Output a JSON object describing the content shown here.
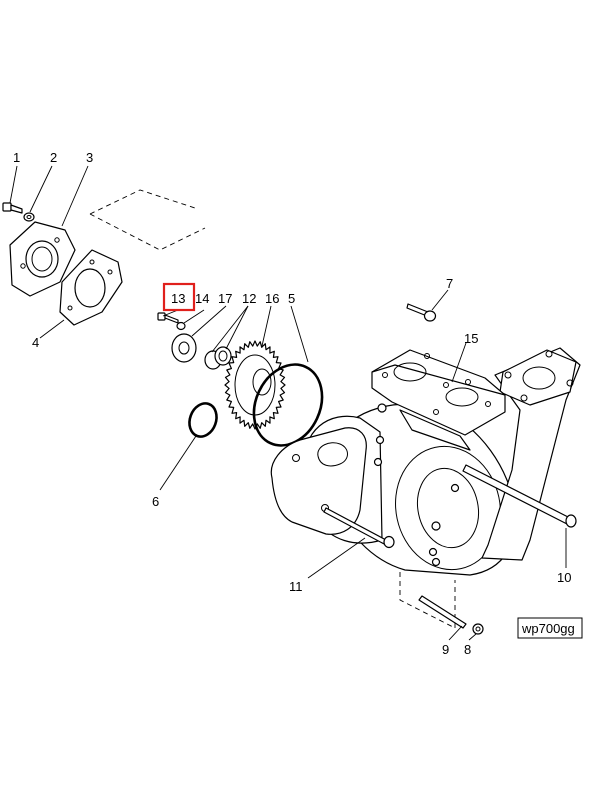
{
  "callouts": {
    "c1": "1",
    "c2": "2",
    "c3": "3",
    "c4": "4",
    "c5": "5",
    "c6": "6",
    "c7": "7",
    "c8": "8",
    "c9": "9",
    "c10": "10",
    "c11": "11",
    "c12": "12",
    "c13": "13",
    "c14": "14",
    "c15": "15",
    "c16": "16",
    "c17": "17"
  },
  "highlighted_callout": "13",
  "highlight_color": "#e0201c",
  "reference_code": "wp700gg"
}
